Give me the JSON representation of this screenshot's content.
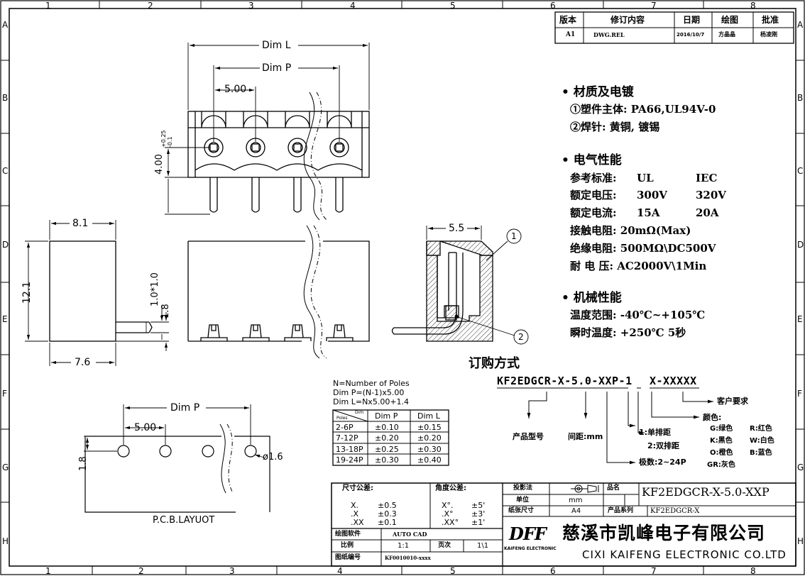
{
  "zones": {
    "columns": [
      "1",
      "2",
      "3",
      "4",
      "5",
      "6",
      "7",
      "8"
    ],
    "rows": [
      "A",
      "B",
      "C",
      "D",
      "E",
      "F",
      "G",
      "H"
    ]
  },
  "revision": {
    "headers": [
      "版本",
      "修订内容",
      "日期",
      "绘图",
      "批准"
    ],
    "row": [
      "A1",
      "DWG.REL",
      "2016/10/7",
      "方晶晶",
      "杨凌刚"
    ]
  },
  "dims": {
    "dim_l": "Dim L",
    "dim_p": "Dim P",
    "pitch": "5.00",
    "height": "4.00",
    "tol_plus": "+0.25",
    "tol_minus": "-0.1",
    "side_w": "8.1",
    "side_h": "12.1",
    "side_base": "7.6",
    "pin_size": "1.0*1.0",
    "pin_off": "1.8",
    "sect_w": "5.5",
    "callout1": "1",
    "callout2": "2"
  },
  "specs": {
    "material_title": "• 材质及电镀",
    "material_1": "①塑件主体: PA66,UL94V-0",
    "material_2": "②焊针: 黄铜, 镀锡",
    "electric_title": "• 电气性能",
    "std_label": "参考标准:",
    "std_ul": "UL",
    "std_iec": "IEC",
    "volt_label": "额定电压:",
    "volt_ul": "300V",
    "volt_iec": "320V",
    "curr_label": "额定电流:",
    "curr_ul": "15A",
    "curr_iec": "20A",
    "contact": "接触电阻: 20mΩ(Max)",
    "insul": "绝缘电阻: 500MΩ\\DC500V",
    "withstand": "耐 电 压: AC2000V\\1Min",
    "mech_title": "• 机械性能",
    "temp": "温度范围: -40℃~+105℃",
    "instant": "瞬时温度: +250℃ 5秒"
  },
  "ordering": {
    "title": "订购方式",
    "code_1": "KF2EDGCR-X-5.0-XXP-1",
    "code_2": "X-XXXXX",
    "customer": "客户要求",
    "color_title": "颜色:",
    "colors": [
      "G:绿色",
      "R:红色",
      "K:黑色",
      "W:白色",
      "O:橙色",
      "B:蓝色",
      "GR:灰色"
    ],
    "product_model": "产品型号",
    "pitch_label": "间距:mm",
    "single": "1:单排距",
    "double": "2:双排距",
    "poles": "极数:2~24P"
  },
  "formula": {
    "line1": "N=Number of Poles",
    "line2": "Dim P=(N-1)x5.00",
    "line3": "Dim L=Nx5.00+1.4"
  },
  "tol_table": {
    "corner_top": "Dim",
    "corner_bottom": "Poles",
    "headers": [
      "Dim P",
      "Dim L"
    ],
    "rows": [
      [
        "2-6P",
        "±0.10",
        "±0.15"
      ],
      [
        "7-12P",
        "±0.20",
        "±0.20"
      ],
      [
        "13-18P",
        "±0.25",
        "±0.30"
      ],
      [
        "19-24P",
        "±0.30",
        "±0.40"
      ]
    ]
  },
  "pcb": {
    "dim_p": "Dim P",
    "pitch": "5.00",
    "offset": "1.8",
    "hole": "ø1.6",
    "label": "P.C.B.LAYUOT"
  },
  "titleblock": {
    "size_tol": "尺寸公差:",
    "angle_tol": "角度公差:",
    "lin_rows": [
      [
        "X.",
        "±0.5"
      ],
      [
        ".X",
        "±0.3"
      ],
      [
        ".XX",
        "±0.1"
      ]
    ],
    "ang_rows": [
      [
        "X°.",
        "±5'"
      ],
      [
        ".X°",
        "±3'"
      ],
      [
        ".XX°",
        "±1'"
      ]
    ],
    "projection": "投影法",
    "name_label": "品名",
    "name_value": "KF2EDGCR-X-5.0-XXP",
    "unit_label": "单位",
    "unit_value": "mm",
    "paper_label": "纸张尺寸",
    "paper_value": "A4",
    "series_label": "产品系列",
    "series_value": "KF2EDGCR-X",
    "tool_label": "绘图软件",
    "tool_value": "AUTO CAD",
    "scale_label": "比例",
    "scale_value": "1:1",
    "page_label": "页次",
    "page_value": "1\\1",
    "dwg_label": "图纸编号",
    "dwg_value": "KF0010010-xxxx",
    "logo": "DFF",
    "company_en_small": "KAIFENG ELECTRONIC",
    "company_cn": "慈溪市凯峰电子有限公司",
    "company_en": "CIXI KAIFENG ELECTRONIC CO.LTD"
  }
}
